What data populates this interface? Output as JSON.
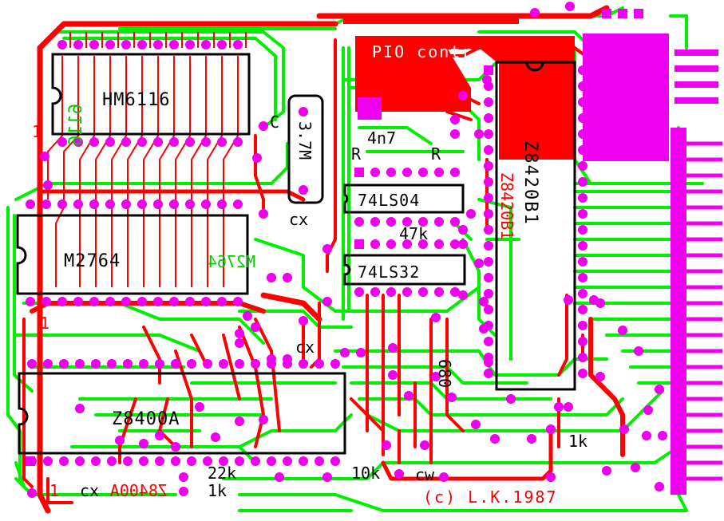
{
  "chips": {
    "hm6116": "HM6116",
    "m2764": "M2764",
    "z8400a": "Z8400A",
    "z8420b1": "Z8420B1",
    "ls04": "74LS04",
    "ls32": "74LS32",
    "crystal": "3.7M"
  },
  "silkscreen": {
    "title": "PIO contr",
    "copyright": "(c) L.K.1987",
    "pin1_a": "1",
    "pin1_b": "1",
    "pin1_c": "1",
    "mirror_6116": "6116",
    "mirror_2764": "M2764",
    "mirror_z80": "Z8400A",
    "mirror_pio": "Z8420B1"
  },
  "components": {
    "c": "C",
    "cx1": "cx",
    "cx2": "cx",
    "cx3": "cx",
    "cw": "cw",
    "r1": "R",
    "r2": "R",
    "n4n7": "4n7",
    "k47": "47k",
    "r680": "680",
    "k22": "22k",
    "k1a": "1k",
    "k10": "10k",
    "k1b": "1k"
  },
  "colors": {
    "top_copper": "#ff0000",
    "bottom_copper": "#00ee00",
    "pads_vias": "#ee00ee",
    "silkscreen": "#000000",
    "background": "#ffffff"
  }
}
